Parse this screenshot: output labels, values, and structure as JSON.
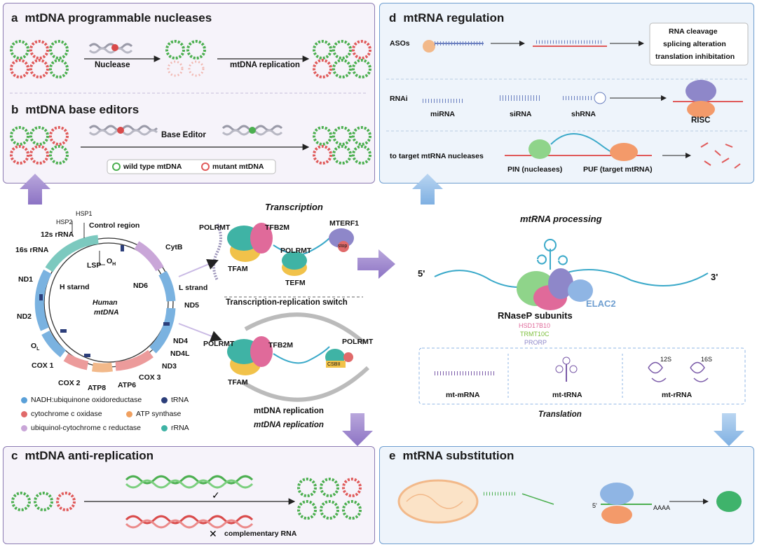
{
  "panels": {
    "a": {
      "letter": "a",
      "title": "mtDNA programmable nucleases",
      "nuclease": "Nuclease",
      "replication": "mtDNA replication"
    },
    "b": {
      "letter": "b",
      "title": "mtDNA base editors",
      "editor": "Base Editor",
      "wild": "wild type mtDNA",
      "mutant": "mutant mtDNA"
    },
    "c": {
      "letter": "c",
      "title": "mtDNA anti-replication",
      "comp": "complementary RNA"
    },
    "d": {
      "letter": "d",
      "title": "mtRNA regulation",
      "asos": "ASOs",
      "effects": [
        "RNA cleavage",
        "splicing alteration",
        "translation inhibitation"
      ],
      "rnai": "RNAi",
      "mirna": "miRNA",
      "sirna": "siRNA",
      "shrna": "shRNA",
      "risc": "RISC",
      "target": "to target mtRNA nucleases",
      "pin": "PIN (nucleases)",
      "puf": "PUF (target mtRNA)"
    },
    "e": {
      "letter": "e",
      "title": "mtRNA substitution",
      "five": "5'",
      "aaaa": "AAAA"
    }
  },
  "genome": {
    "hsp1": "HSP1",
    "hsp2": "HSP2",
    "control": "Control region",
    "r12s": "12s rRNA",
    "r16s": "16s rRNA",
    "nd1": "ND1",
    "nd2": "ND2",
    "cox1": "COX 1",
    "cox2": "COX 2",
    "atp8": "ATP8",
    "atp6": "ATP6",
    "cox3": "COX 3",
    "nd3": "ND3",
    "nd4l": "ND4L",
    "nd4": "ND4",
    "nd5": "ND5",
    "nd6": "ND6",
    "cytb": "CytB",
    "lsp": "LSP",
    "oh": "O",
    "oh_sub": "H",
    "ol": "O",
    "ol_sub": "L",
    "hstrand": "H starnd",
    "lstrand": "L strand",
    "center1": "Human",
    "center2": "mtDNA"
  },
  "legend": [
    {
      "label": "NADH:ubiquinone oxidoreductase",
      "color": "#5aa0d8"
    },
    {
      "label": "tRNA",
      "color": "#2c3e7a"
    },
    {
      "label": "cytochrome c oxidase",
      "color": "#e06a6a"
    },
    {
      "label": "ATP synthase",
      "color": "#f0a060"
    },
    {
      "label": "ubiquinol-cytochrome c reductase",
      "color": "#c9a6d8"
    },
    {
      "label": "rRNA",
      "color": "#3fb3a5"
    }
  ],
  "transcription": {
    "title": "Transcription",
    "polrmt": "POLRMT",
    "tfb2m": "TFB2M",
    "tfam": "TFAM",
    "polrmt2": "POLRMT",
    "tefm": "TEFM",
    "mterf1": "MTERF1",
    "stop": "stop",
    "switch": "Transcription-replication switch",
    "rp_polrmt": "POLRMT",
    "rp_tfb2m": "TFB2M",
    "rp_tfam": "TFAM",
    "rp_polrmt2": "POLRMT",
    "csbii": "CSBII",
    "rep1": "mtDNA replication",
    "rep2": "mtDNA replication"
  },
  "processing": {
    "title": "mtRNA processing",
    "five": "5'",
    "three": "3'",
    "elac2": "ELAC2",
    "rnasep": "RNaseP subunits",
    "hsd": "HSD17B10",
    "trmt": "TRMT10C",
    "prorp": "PRORP",
    "mrna": "mt-mRNA",
    "trna": "mt-tRNA",
    "rrna": "mt-rRNA",
    "translation": "Translation",
    "s12": "12S",
    "s16": "16S"
  }
}
